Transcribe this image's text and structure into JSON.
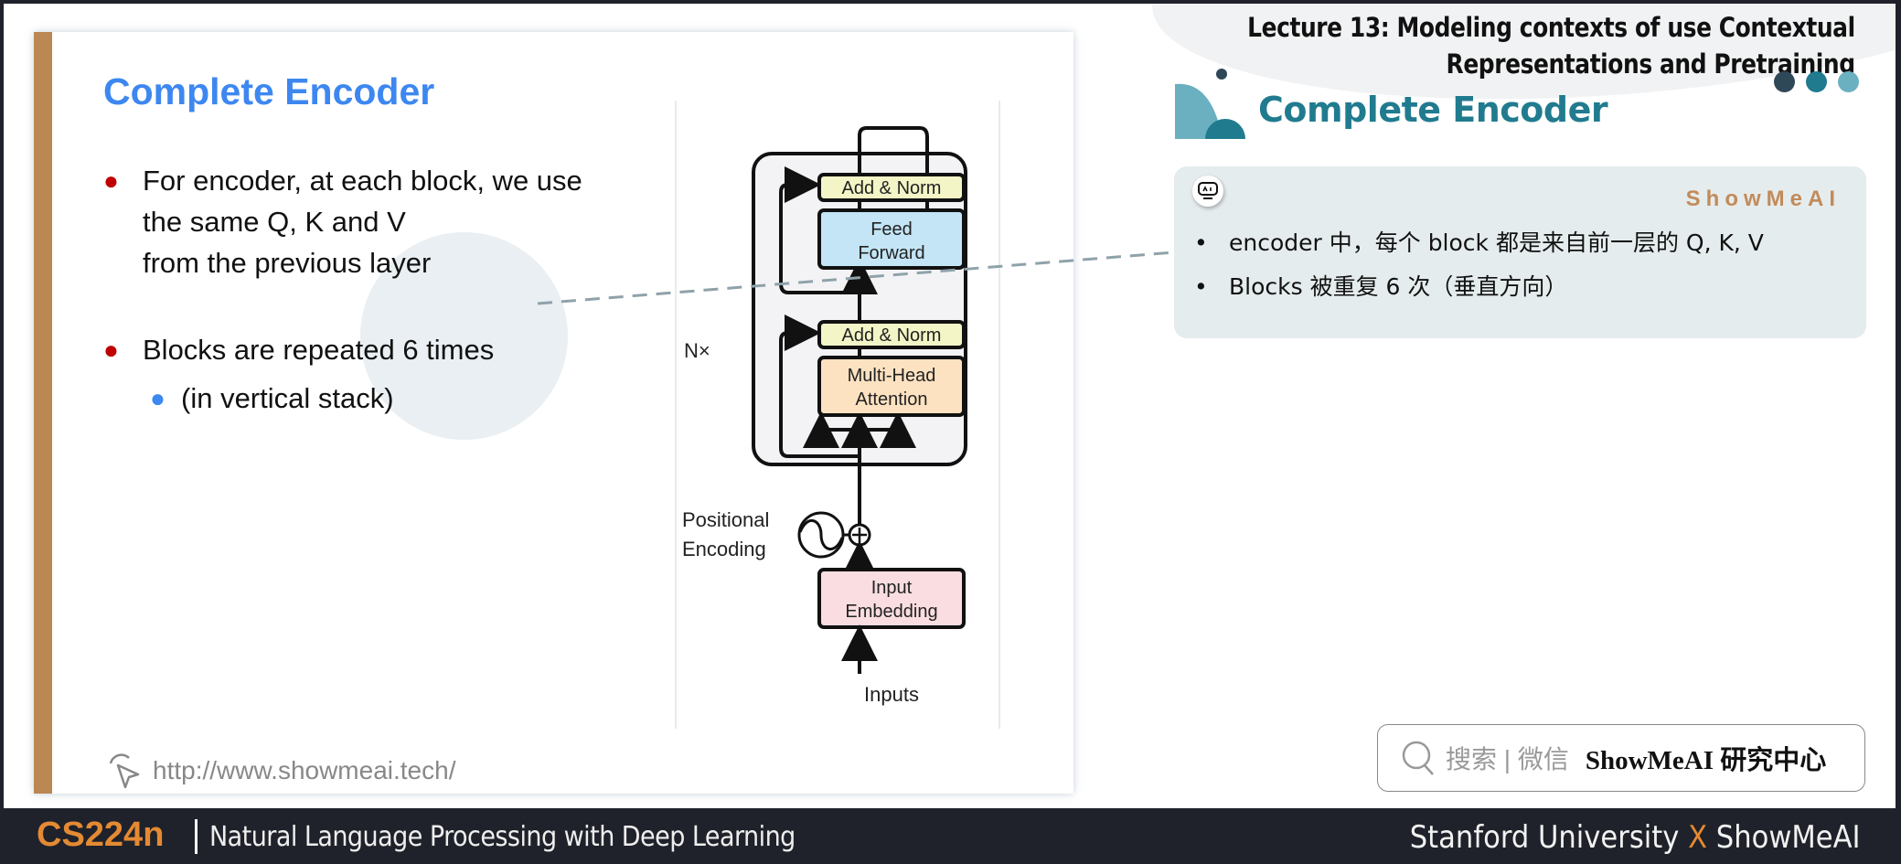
{
  "header": {
    "lecture_title_line1": "Lecture 13:  Modeling contexts of use Contextual",
    "lecture_title_line2": "Representations and Pretraining",
    "dot_colors": [
      "#2f4858",
      "#217b8f",
      "#6ab0c0"
    ]
  },
  "slide": {
    "title": "Complete Encoder",
    "bullets": [
      {
        "text_line1": "For encoder, at each block, we use",
        "text_line2": "the same Q, K and V",
        "text_line3": "from the previous layer"
      },
      {
        "text": "Blocks are repeated 6 times"
      }
    ],
    "sub_bullet": "(in vertical stack)",
    "url": "http://www.showmeai.tech/"
  },
  "diagram": {
    "add_norm_top": "Add & Norm",
    "feed_forward_line1": "Feed",
    "feed_forward_line2": "Forward",
    "add_norm_bottom": "Add & Norm",
    "mha_line1": "Multi-Head",
    "mha_line2": "Attention",
    "nx_label": "N×",
    "pos_enc_line1": "Positional",
    "pos_enc_line2": "Encoding",
    "input_emb_line1": "Input",
    "input_emb_line2": "Embedding",
    "inputs_label": "Inputs",
    "colors": {
      "add_norm": "#f3f5c6",
      "feed_forward": "#c3e5f5",
      "mha": "#fde2c1",
      "input_embedding": "#fadde1",
      "stack_bg": "#f3f3f5"
    }
  },
  "right_panel": {
    "section_title": "Complete Encoder",
    "brand": "ShowMeAI",
    "notes": [
      "encoder 中，每个 block 都是来自前一层的 Q, K, V",
      "Blocks 被重复 6 次（垂直方向）"
    ]
  },
  "search": {
    "placeholder": "搜索 | 微信",
    "brand": "ShowMeAI 研究中心"
  },
  "footer": {
    "course_code": "CS224n",
    "course_name": "Natural Language Processing with Deep Learning",
    "credit_left": "Stanford University",
    "credit_x": "X",
    "credit_right": "ShowMeAI"
  }
}
